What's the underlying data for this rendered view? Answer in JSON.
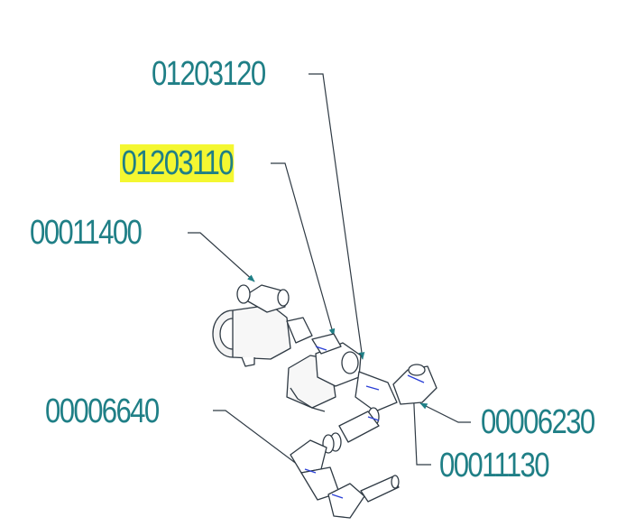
{
  "diagram": {
    "label_color": "#1f7f86",
    "highlight_color": "#f4f731",
    "leader_color": "#2f3a44",
    "parts": [
      {
        "id": "p1",
        "number": "01203120",
        "highlighted": false
      },
      {
        "id": "p2",
        "number": "01203110",
        "highlighted": true
      },
      {
        "id": "p3",
        "number": "00011400",
        "highlighted": false
      },
      {
        "id": "p4",
        "number": "00006640",
        "highlighted": false
      },
      {
        "id": "p5",
        "number": "00006230",
        "highlighted": false
      },
      {
        "id": "p6",
        "number": "00011130",
        "highlighted": false
      }
    ]
  }
}
